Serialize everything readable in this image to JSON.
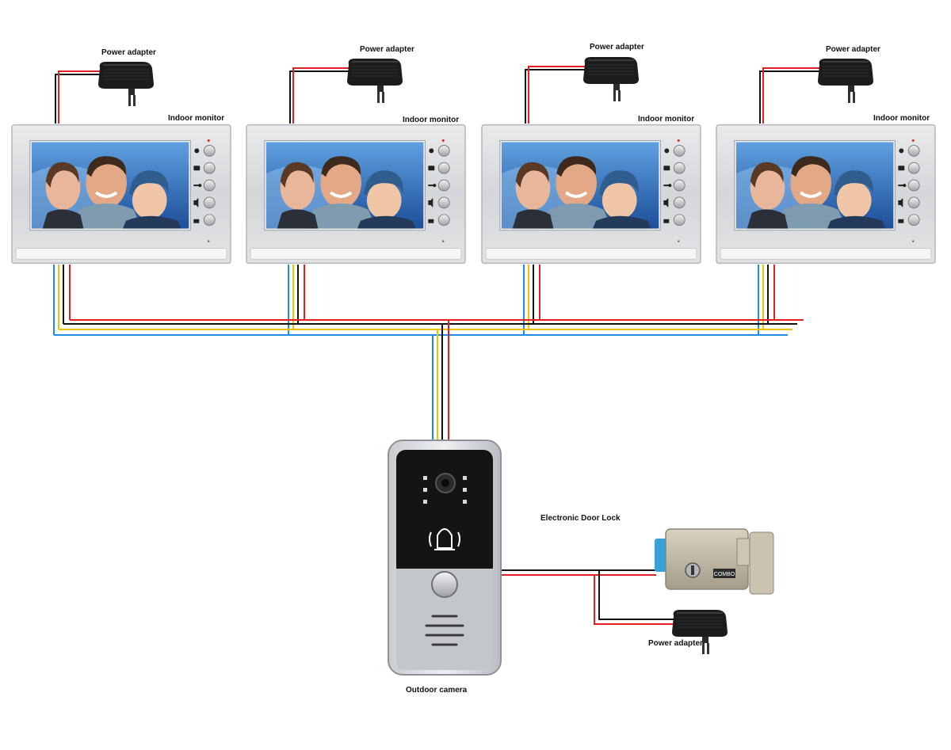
{
  "labels": {
    "power_adapter": "Power adapter",
    "indoor_monitor": "Indoor monitor",
    "electronic_door_lock": "Electronic Door Lock",
    "outdoor_camera": "Outdoor camera",
    "lock_brand": "COMBO"
  },
  "monitors": [
    {
      "id": 1,
      "adapter_label": "Power adapter",
      "monitor_label": "Indoor monitor"
    },
    {
      "id": 2,
      "adapter_label": "Power adapter",
      "monitor_label": "Indoor monitor"
    },
    {
      "id": 3,
      "adapter_label": "Power adapter",
      "monitor_label": "Indoor monitor"
    },
    {
      "id": 4,
      "adapter_label": "Power adapter",
      "monitor_label": "Indoor monitor"
    }
  ],
  "monitor_button_icons": [
    "monitor-icon",
    "camera-switch-icon",
    "key-icon",
    "volume-icon",
    "unlock-icon"
  ],
  "wire_colors": {
    "blue": "#1e8fe0",
    "yellow": "#f2c100",
    "black": "#111111",
    "red": "#e02020"
  },
  "colors": {
    "panel": "#dadcdf",
    "panel_edge": "#bfc2c6",
    "sky": "#3a78c8",
    "lock_body": "#b8b2a0",
    "lock_cap": "#3aa0d8"
  }
}
